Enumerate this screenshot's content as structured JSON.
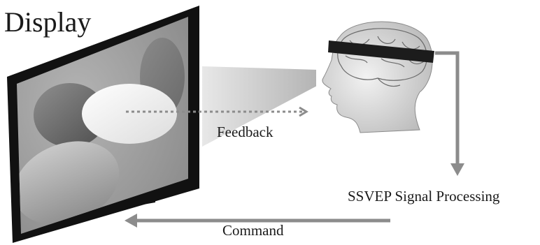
{
  "labels": {
    "display": "Display",
    "feedback": "Feedback",
    "signal_processing": "SSVEP Signal Processing",
    "command": "Command"
  },
  "icons": {
    "monitor": "monitor-icon",
    "head": "head-icon",
    "electrode_band": "eeg-headband-icon"
  },
  "colors": {
    "background": "#ffffff",
    "arrow": "#8c8c8c",
    "monitor_frame": "#111111",
    "screen": "#9a9a9a",
    "headband": "#1c1c1c",
    "text": "#1a1a1a"
  }
}
